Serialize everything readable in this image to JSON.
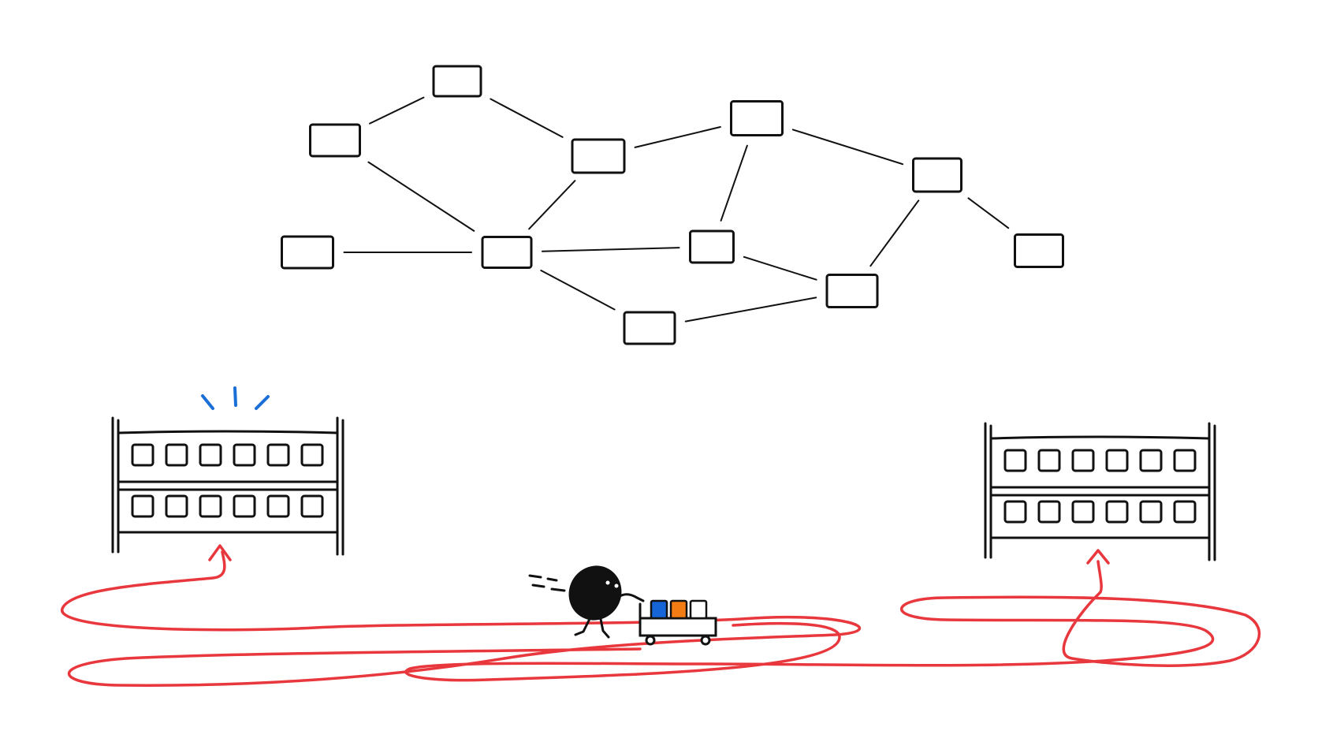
{
  "colors": {
    "ink": "#111111",
    "highlight_orange": "#f37c14",
    "highlight_blue": "#1565d8",
    "path_red": "#e8383d",
    "spark_blue": "#1a6fd6",
    "background": "#ffffff"
  },
  "graph": {
    "nodes": [
      {
        "id": "n1",
        "fill": "white"
      },
      {
        "id": "n2",
        "fill": "white"
      },
      {
        "id": "n3",
        "fill": "white"
      },
      {
        "id": "n4",
        "fill": "white"
      },
      {
        "id": "n5",
        "fill": "blue"
      },
      {
        "id": "n6",
        "fill": "white"
      },
      {
        "id": "n7",
        "fill": "orange"
      },
      {
        "id": "n8",
        "fill": "white"
      },
      {
        "id": "n9",
        "fill": "white"
      },
      {
        "id": "n10",
        "fill": "white"
      },
      {
        "id": "n11",
        "fill": "white"
      }
    ],
    "edges": [
      [
        "n2",
        "n1"
      ],
      [
        "n1",
        "n3"
      ],
      [
        "n2",
        "n7"
      ],
      [
        "n3",
        "n7"
      ],
      [
        "n3",
        "n4"
      ],
      [
        "n4",
        "n8"
      ],
      [
        "n4",
        "n5"
      ],
      [
        "n5",
        "n11"
      ],
      [
        "n5",
        "n10"
      ],
      [
        "n6",
        "n7"
      ],
      [
        "n7",
        "n8"
      ],
      [
        "n7",
        "n9"
      ],
      [
        "n8",
        "n10"
      ],
      [
        "n9",
        "n10"
      ]
    ]
  },
  "shelves": [
    {
      "id": "left-shelf",
      "rows": 2,
      "bins_per_row": 6,
      "highlighted": true
    },
    {
      "id": "right-shelf",
      "rows": 2,
      "bins_per_row": 6,
      "highlighted": false
    }
  ],
  "cart": {
    "items": [
      "blue",
      "orange",
      "white"
    ]
  },
  "icons": {
    "robot": "robot-character-icon",
    "cart": "cart-icon",
    "spark": "highlight-spark-icon",
    "arrow": "arrow-up-icon"
  }
}
